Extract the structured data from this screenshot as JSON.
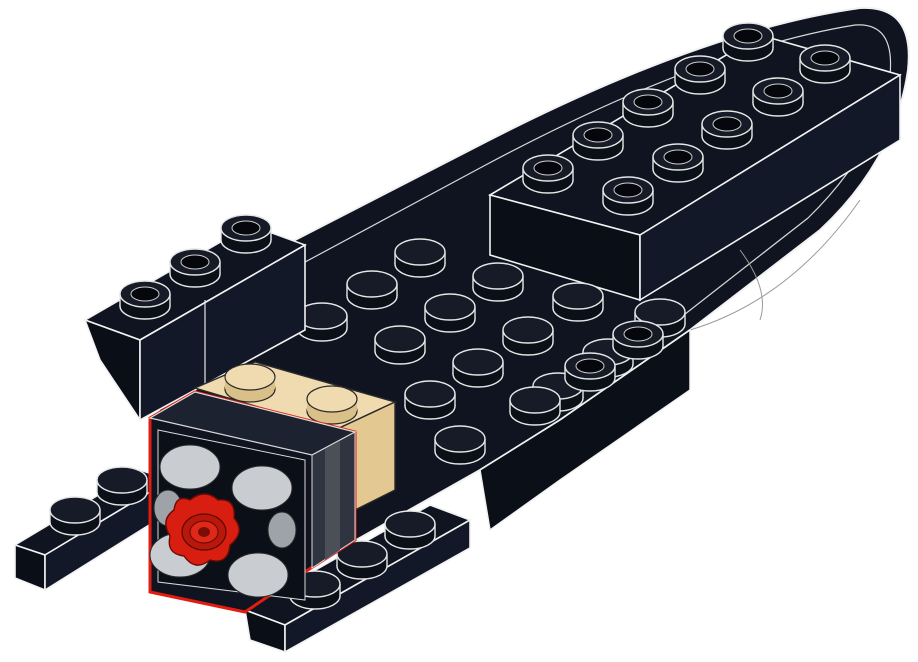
{
  "scene": {
    "colors": {
      "background": "#ffffff",
      "hull": "#0f1420",
      "hull_edge": "#f2f2f2",
      "stud_top": "#161b27",
      "tan_brick": "#f0dbb0",
      "tan_stud": "#ecd3a0",
      "highlight": "#e21d10",
      "fan_blade": "#c9ccd1",
      "fan_hub": "#d81e10"
    },
    "parts": [
      {
        "name": "boat-hull",
        "color_key": "hull"
      },
      {
        "name": "bow-brick-2x4",
        "color_key": "hull"
      },
      {
        "name": "left-slope-brick",
        "color_key": "hull"
      },
      {
        "name": "tan-brick-1x2",
        "color_key": "tan_brick"
      },
      {
        "name": "black-fan-tile-with-red-hub",
        "color_key": "fan_hub"
      },
      {
        "name": "stern-plate-left",
        "color_key": "hull"
      },
      {
        "name": "stern-plate-right",
        "color_key": "hull"
      }
    ],
    "highlighted_part": "black-fan-tile-with-red-hub"
  }
}
